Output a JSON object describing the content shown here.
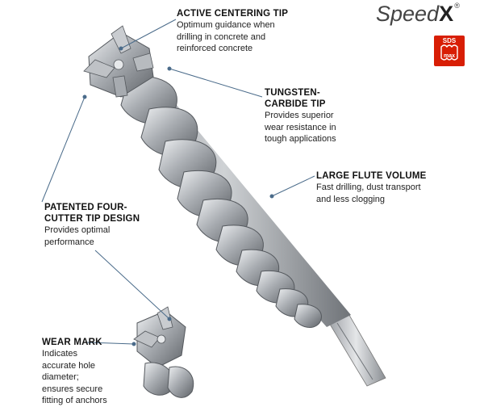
{
  "brand": {
    "name": "Speed",
    "mark": "X",
    "registered": "®",
    "badge_top": "SDS",
    "badge_bottom": "max"
  },
  "callouts": {
    "active_centering": {
      "title": "ACTIVE CENTERING TIP",
      "lines": [
        "Optimum guidance when",
        "drilling in concrete and",
        "reinforced concrete"
      ]
    },
    "tungsten": {
      "title_lines": [
        "TUNGSTEN-",
        "CARBIDE TIP"
      ],
      "lines": [
        "Provides superior",
        "wear resistance in",
        "tough applications"
      ]
    },
    "flute": {
      "title": "LARGE FLUTE VOLUME",
      "lines": [
        "Fast drilling, dust transport",
        "and less clogging"
      ]
    },
    "four_cutter": {
      "title_lines": [
        "PATENTED FOUR-",
        "CUTTER TIP DESIGN"
      ],
      "lines": [
        "Provides optimal",
        "performance"
      ]
    },
    "wear_mark": {
      "title": "WEAR MARK",
      "lines": [
        "Indicates",
        "accurate hole",
        "diameter;",
        "ensures secure",
        "fitting of anchors"
      ]
    }
  },
  "colors": {
    "badge": "#d81e05",
    "leader": "#4a6b8a",
    "steel_dark": "#6e7176",
    "steel_light": "#d9dcdf"
  }
}
